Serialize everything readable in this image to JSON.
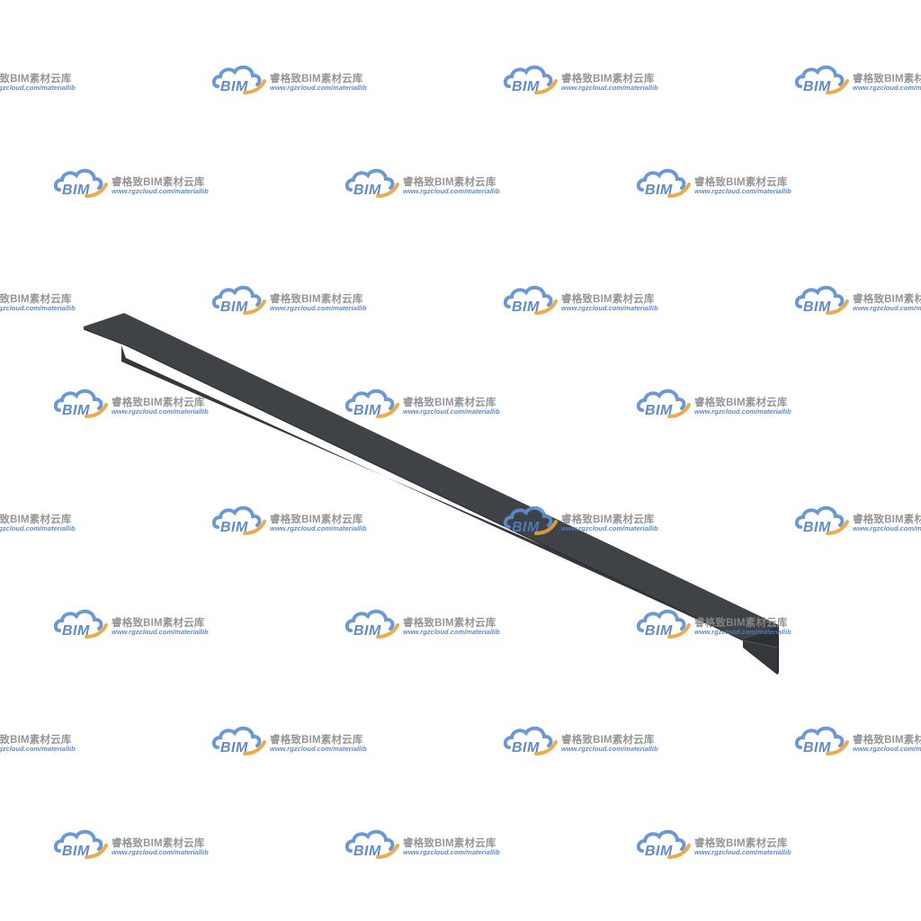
{
  "watermark": {
    "logo_text": "BIM",
    "brand_text": "睿格致BIM素材云库",
    "url_text": "www.rgzcloud.com/materiallib",
    "colors": {
      "cloud": "#5b8fd1",
      "swoosh": "#e9a23b",
      "brand": "#8a8a8a",
      "url": "#4f7fc4"
    }
  },
  "model": {
    "name": "steel-angle-bar",
    "colors": {
      "top_face": "#3f4347",
      "side_face": "#34373b",
      "end_face": "#2c2f33",
      "edge": "#2a2c2f"
    }
  }
}
